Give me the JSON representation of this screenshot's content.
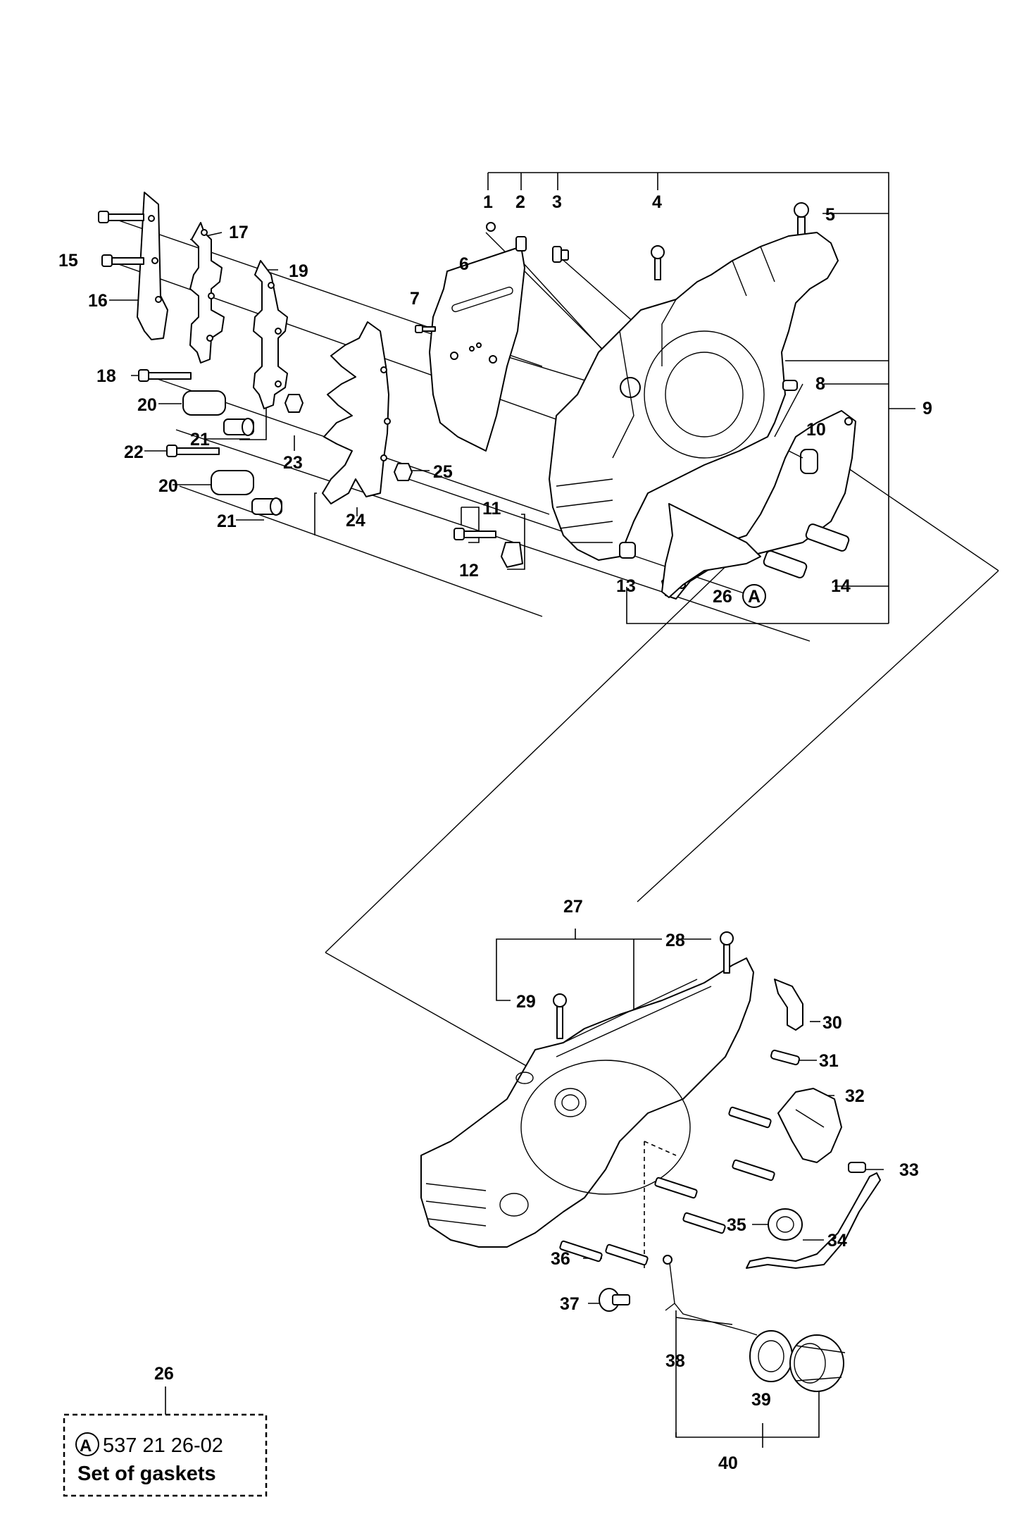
{
  "callouts": {
    "c1": "1",
    "c2": "2",
    "c3": "3",
    "c4": "4",
    "c5": "5",
    "c6": "6",
    "c7": "7",
    "c8": "8",
    "c9": "9",
    "c10": "10",
    "c11": "11",
    "c12": "12",
    "c13": "13",
    "c14": "14",
    "c15": "15",
    "c16": "16",
    "c17": "17",
    "c18": "18",
    "c19": "19",
    "c20a": "20",
    "c20b": "20",
    "c21a": "21",
    "c21b": "21",
    "c22": "22",
    "c23": "23",
    "c24": "24",
    "c25": "25",
    "c26": "26",
    "c26a": "A",
    "c27": "27",
    "c28": "28",
    "c29": "29",
    "c30": "30",
    "c31": "31",
    "c32": "32",
    "c33": "33",
    "c34": "34",
    "c35": "35",
    "c36": "36",
    "c37": "37",
    "c38": "38",
    "c39": "39",
    "c40": "40"
  },
  "note": {
    "item": "26",
    "marker": "A",
    "part_number": "537 21 26-02",
    "description": "Set of gaskets"
  }
}
